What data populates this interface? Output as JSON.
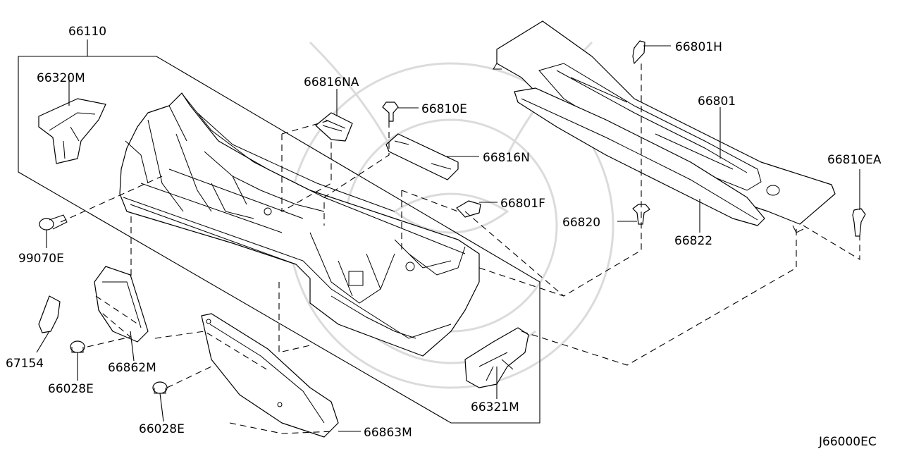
{
  "diagram_code": "J66000EC",
  "labels": {
    "p66110": "66110",
    "p66320M": "66320M",
    "p66816NA": "66816NA",
    "p66810E": "66810E",
    "p66816N": "66816N",
    "p66801F": "66801F",
    "p66801H": "66801H",
    "p66801": "66801",
    "p66810EA": "66810EA",
    "p66820": "66820",
    "p66822": "66822",
    "p99070E": "99070E",
    "p67154": "67154",
    "p66862M": "66862M",
    "p66028E_a": "66028E",
    "p66028E_b": "66028E",
    "p66321M": "66321M",
    "p66863M": "66863M"
  }
}
